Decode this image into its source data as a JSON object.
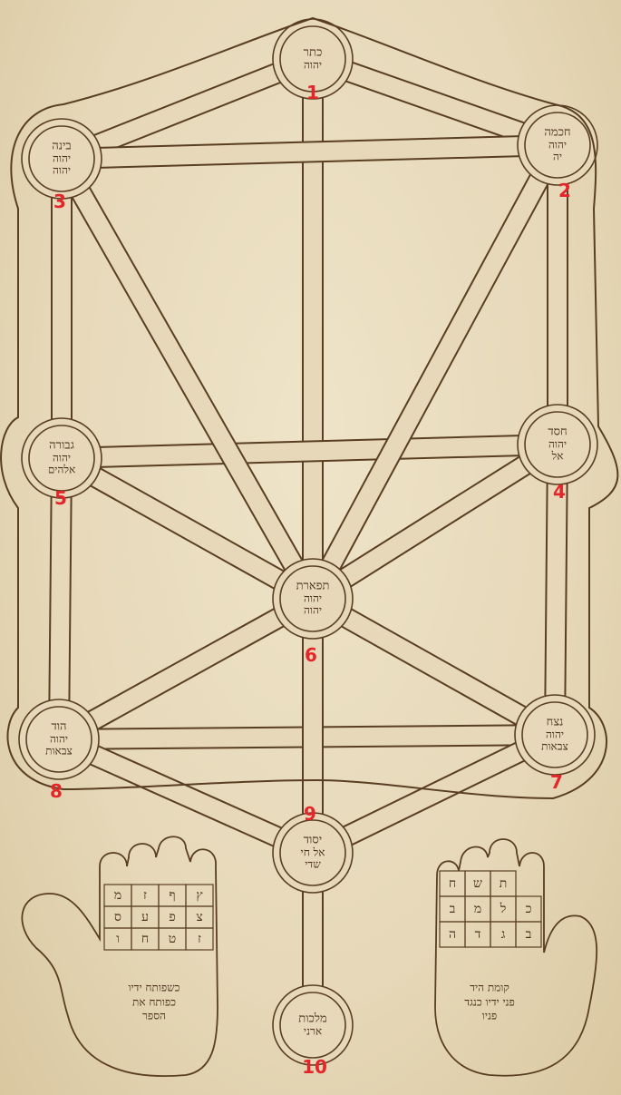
{
  "annotations": {
    "label_color": "#e4262b",
    "numbers": [
      "1",
      "2",
      "3",
      "4",
      "5",
      "6",
      "7",
      "8",
      "9",
      "10"
    ]
  },
  "sefirot": [
    {
      "id": 1,
      "name": "כתר",
      "line2": "יהוה",
      "line3": ""
    },
    {
      "id": 2,
      "name": "חכמה",
      "line2": "יהוה",
      "line3": "יה"
    },
    {
      "id": 3,
      "name": "בינה",
      "line2": "יהוה",
      "line3": "יהוה"
    },
    {
      "id": 4,
      "name": "חסד",
      "line2": "יהוה",
      "line3": "אל"
    },
    {
      "id": 5,
      "name": "גבורה",
      "line2": "יהוה",
      "line3": "אלהים"
    },
    {
      "id": 6,
      "name": "תפארת",
      "line2": "יהוה",
      "line3": "יהוה"
    },
    {
      "id": 7,
      "name": "נצח",
      "line2": "יהוה",
      "line3": "צבאות"
    },
    {
      "id": 8,
      "name": "הוד",
      "line2": "יהוה",
      "line3": "צבאות"
    },
    {
      "id": 9,
      "name": "יסוד",
      "line2": "אל חי",
      "line3": "שדי"
    },
    {
      "id": 10,
      "name": "מלכות",
      "line2": "ארני",
      "line3": ""
    }
  ],
  "hands": {
    "left_grid": [
      [
        "מ",
        "ז",
        "ף",
        "ץ"
      ],
      [
        "ס",
        "ע",
        "פ",
        "צ"
      ],
      [
        "ו",
        "ח",
        "ט",
        "ז"
      ]
    ],
    "left_caption": [
      "כשפותח ידיו",
      "כפותח את",
      "הספר"
    ],
    "right_grid": [
      [
        "ח",
        "ש",
        "ת"
      ],
      [
        "ב",
        "מ",
        "ל",
        "כ"
      ],
      [
        "ה",
        "ד",
        "ג",
        "ב"
      ]
    ],
    "right_caption": [
      "קומת היד",
      "פני ידיו כנגד",
      "פניו"
    ]
  },
  "ink_color": "#5a3e22",
  "parchment_color": "#e6d8b8"
}
